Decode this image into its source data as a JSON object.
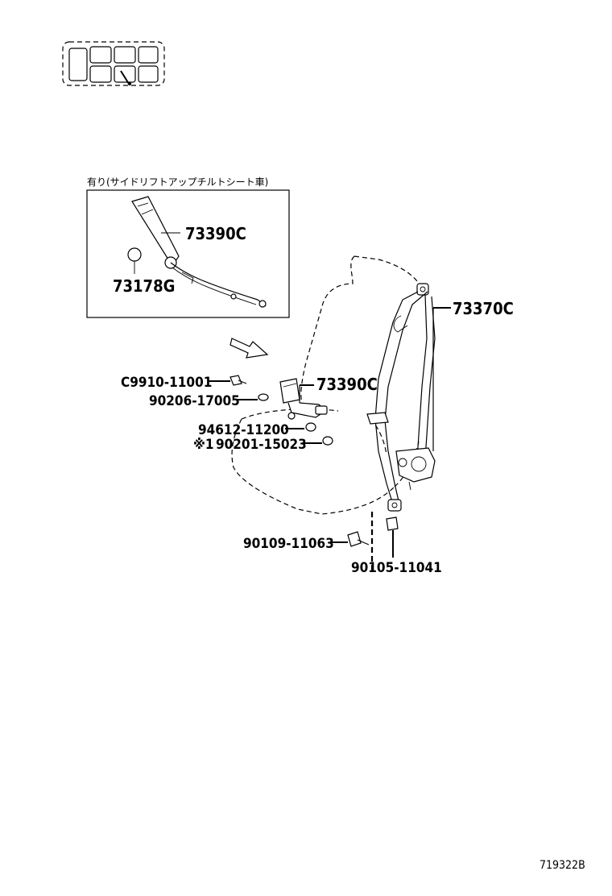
{
  "title_box": {
    "note": "有り(サイドリフトアップチルトシート車)"
  },
  "callouts": {
    "inset_buckle": "73390C",
    "inset_cover": "73178G",
    "belt_assembly": "73370C",
    "buckle": "73390C",
    "bolt_c9910": "C9910-11001",
    "washer_90206": "90206-17005",
    "nut_94612": "94612-11200",
    "nut_90201_mark": "※1",
    "nut_90201": "90201-15023",
    "bolt_90109": "90109-11063",
    "bolt_90105": "90105-11041"
  },
  "figure_id": "719322B",
  "icons": [
    "vehicle-seat-layout-icon",
    "direction-arrow-icon"
  ]
}
